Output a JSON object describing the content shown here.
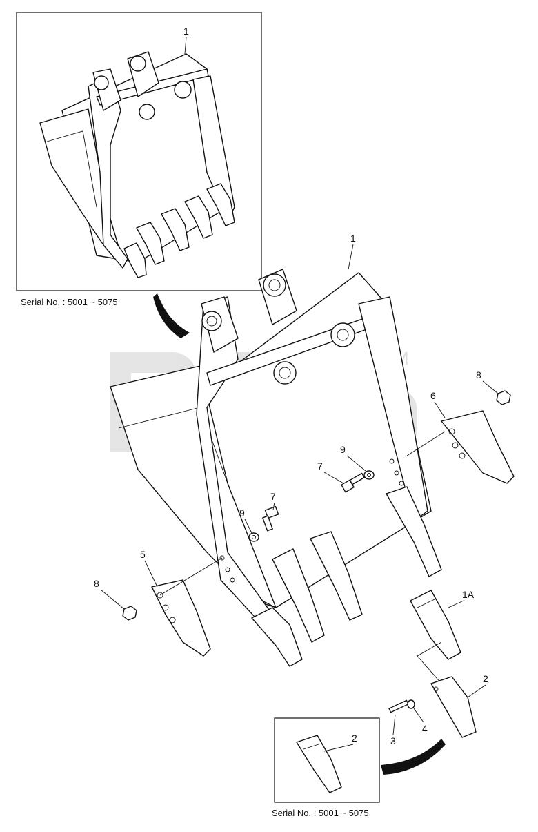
{
  "inset_top": {
    "caption": "Serial No. : 5001 ~ 5075",
    "callout": "1"
  },
  "inset_bottom": {
    "caption": "Serial No. : 5001 ~ 5075",
    "callout": "2"
  },
  "watermark": {
    "trademark": "TM"
  },
  "callouts": {
    "bucket": "1",
    "side_cutter_right": "6",
    "side_cutter_left": "5",
    "nut_right": "8",
    "nut_left": "8",
    "washer_right": "9",
    "washer_left": "9",
    "bolt_right": "7",
    "bolt_left": "7",
    "tooth_assembly": "1A",
    "tooth": "2",
    "pin": "3",
    "lock": "4"
  }
}
